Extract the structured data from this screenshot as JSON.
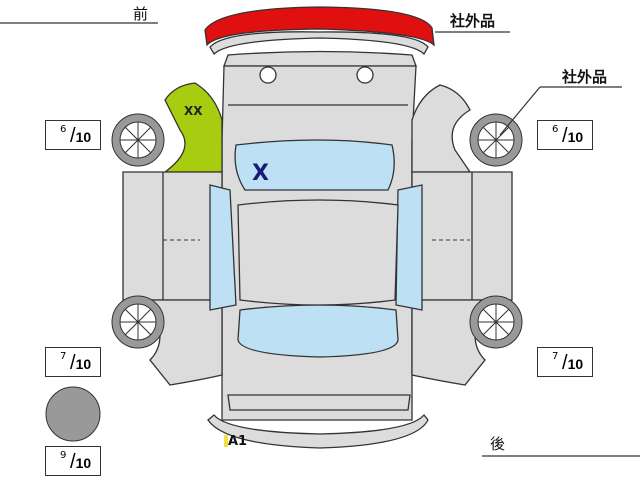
{
  "labels": {
    "front": "前",
    "rear": "後",
    "aftermarket_bumper": "社外品",
    "aftermarket_wheel": "社外品"
  },
  "tire_ratings": [
    {
      "position": "front-left",
      "value": "6",
      "of": "10"
    },
    {
      "position": "front-right",
      "value": "6",
      "of": "10"
    },
    {
      "position": "rear-left",
      "value": "7",
      "of": "10"
    },
    {
      "position": "rear-right",
      "value": "7",
      "of": "10"
    },
    {
      "position": "spare",
      "value": "9",
      "of": "10"
    }
  ],
  "damage_marks": [
    {
      "part": "front-left-fender",
      "code": "XX",
      "color": "#a8cc10"
    },
    {
      "part": "windshield",
      "code": "X",
      "color": "#1a1a7a"
    },
    {
      "part": "rear-bumper",
      "code": "A1",
      "color": "#f0e040"
    }
  ],
  "colors": {
    "body": "#dcdcdc",
    "glass": "#bde0f5",
    "replaced_part": "#e01010"
  }
}
